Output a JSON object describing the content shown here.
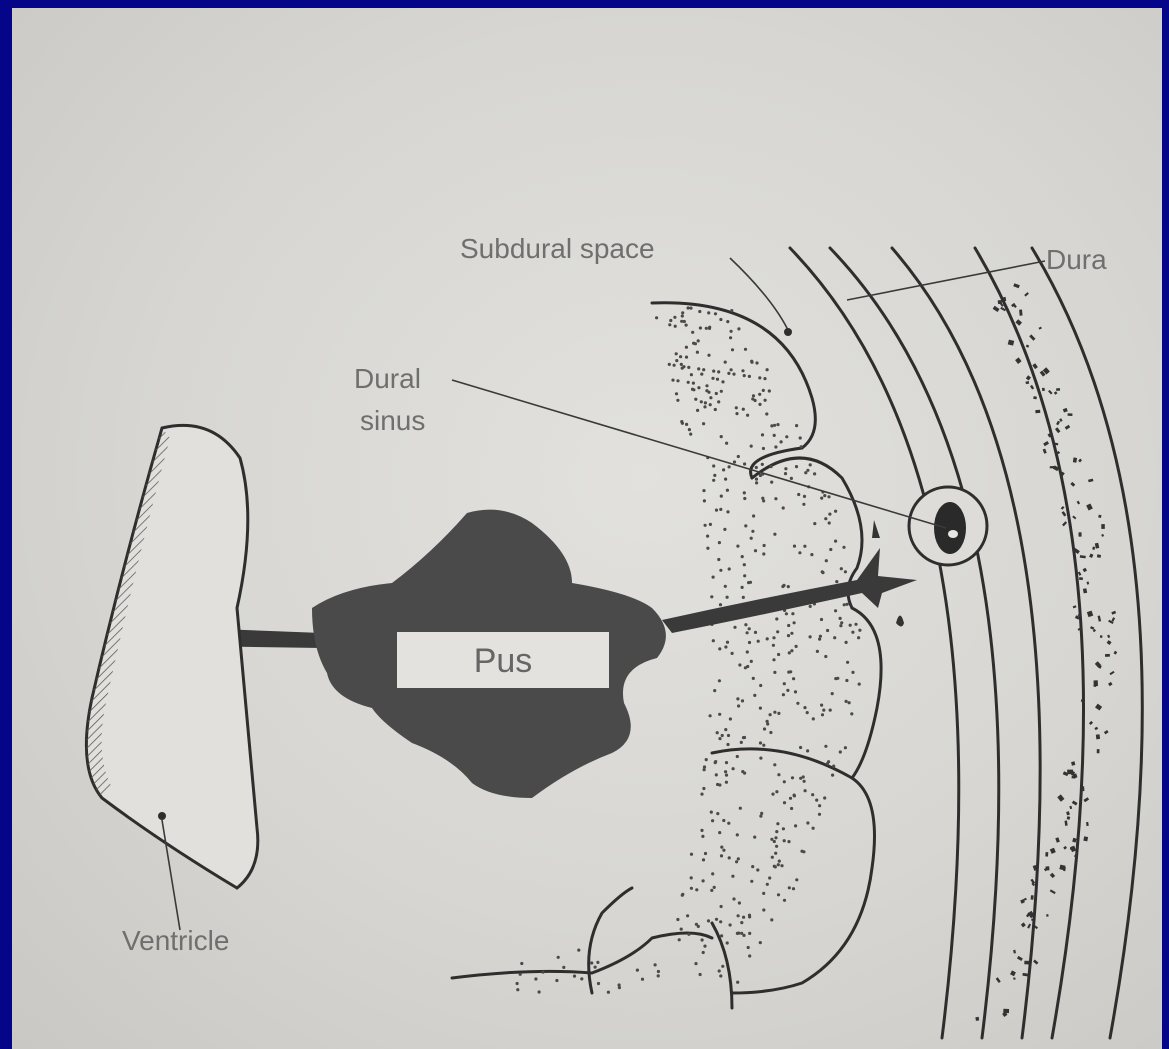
{
  "labels": {
    "subdural_space": "Subdural space",
    "dura": "Dura",
    "dural_sinus_line1": "Dural",
    "dural_sinus_line2": "sinus",
    "pus": "Pus",
    "ventricle": "Ventricle"
  },
  "colors": {
    "frame": "#05058a",
    "page": "#dcdbd7",
    "ink": "#2e2e2e",
    "pus_fill": "#4a4a4a",
    "label_box": "#e3e2de"
  }
}
